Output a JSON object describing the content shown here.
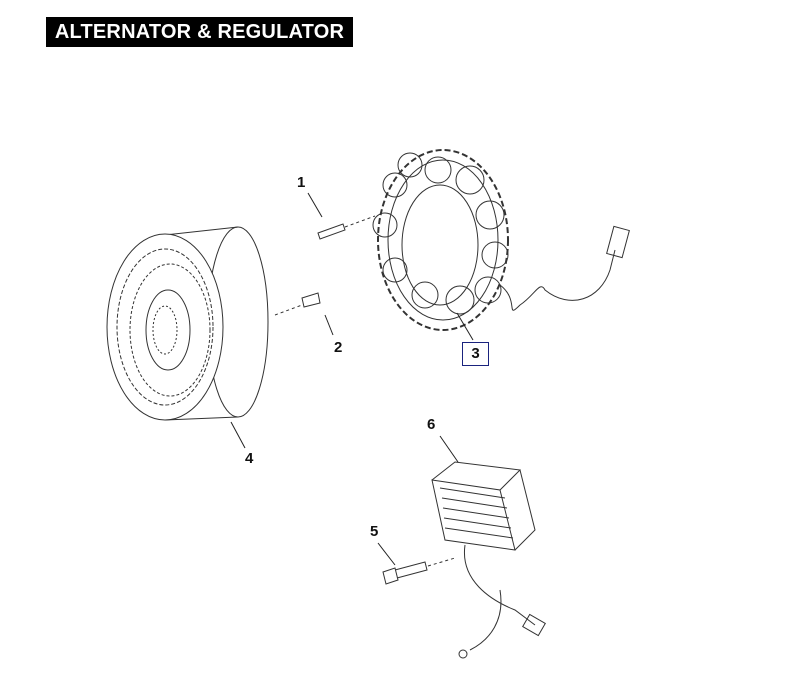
{
  "title": "ALTERNATOR & REGULATOR",
  "callouts": {
    "c1": "1",
    "c2": "2",
    "c3": "3",
    "c4": "4",
    "c5": "5",
    "c6": "6"
  },
  "colors": {
    "title_bg": "#000000",
    "callout_box_border": "#1a237e"
  }
}
